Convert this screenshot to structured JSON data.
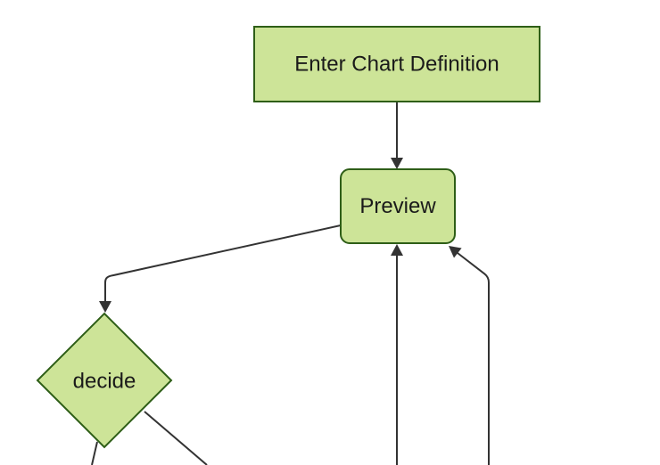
{
  "page": {
    "background": "#ffffff"
  },
  "colors": {
    "page_background": "#ffffff",
    "node_fill": "#cde498",
    "node_border": "#2e5e17",
    "edge": "#333333",
    "label_text": "#1a1a1a"
  },
  "diagram": {
    "type": "flowchart",
    "direction": "top-down",
    "nodes": [
      {
        "id": "enter-chart-definition",
        "label": "Enter Chart Definition",
        "shape": "rectangle"
      },
      {
        "id": "preview",
        "label": "Preview",
        "shape": "rounded-rectangle"
      },
      {
        "id": "decide",
        "label": "decide",
        "shape": "diamond"
      }
    ],
    "edges": [
      {
        "from": "enter-chart-definition",
        "to": "preview",
        "arrowhead": true
      },
      {
        "from": "preview",
        "to": "decide",
        "arrowhead": true
      },
      {
        "from": "below-viewport-left",
        "to": "preview",
        "arrowhead": true
      },
      {
        "from": "below-viewport-right",
        "to": "preview",
        "arrowhead": true
      },
      {
        "from": "decide",
        "to": "below-viewport",
        "arrowhead": false
      },
      {
        "from": "decide",
        "to": "below-viewport",
        "arrowhead": false
      }
    ]
  }
}
